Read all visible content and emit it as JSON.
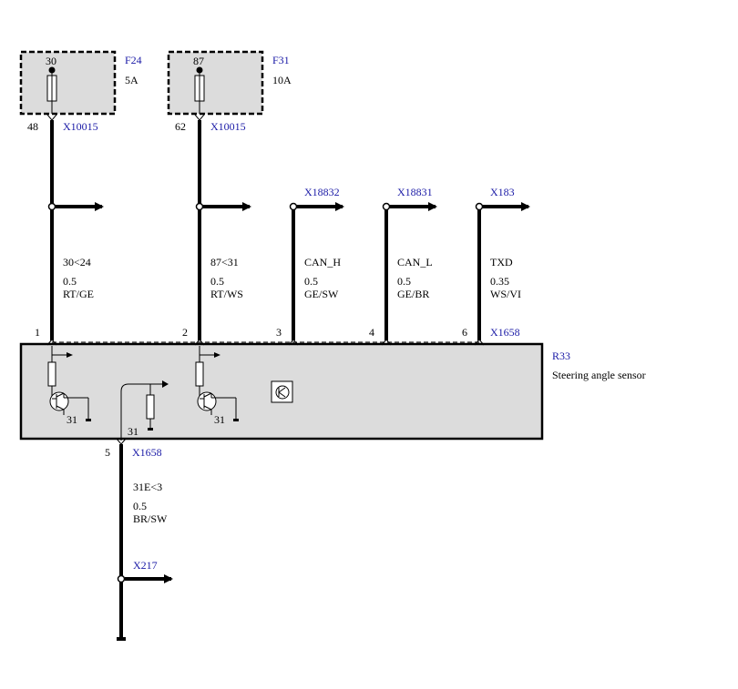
{
  "fuses": [
    {
      "ref": "F24",
      "pin": "30",
      "rating": "5A",
      "out_pin": "48",
      "connector": "X10015"
    },
    {
      "ref": "F31",
      "pin": "87",
      "rating": "10A",
      "out_pin": "62",
      "connector": "X10015"
    }
  ],
  "wires": [
    {
      "circuit": "30<24",
      "gauge": "0.5",
      "color": "RT/GE",
      "module_pin": "1",
      "dest": ""
    },
    {
      "circuit": "87<31",
      "gauge": "0.5",
      "color": "RT/WS",
      "module_pin": "2",
      "dest": ""
    },
    {
      "circuit": "CAN_H",
      "gauge": "0.5",
      "color": "GE/SW",
      "module_pin": "3",
      "dest": "X18832"
    },
    {
      "circuit": "CAN_L",
      "gauge": "0.5",
      "color": "GE/BR",
      "module_pin": "4",
      "dest": "X18831"
    },
    {
      "circuit": "TXD",
      "gauge": "0.35",
      "color": "WS/VI",
      "module_pin": "6",
      "dest": "X183"
    }
  ],
  "module": {
    "ref": "R33",
    "name": "Steering angle sensor",
    "connector": "X1658",
    "ground_labels": [
      "31",
      "31",
      "31"
    ]
  },
  "ground_wire": {
    "module_pin": "5",
    "connector": "X1658",
    "circuit": "31E<3",
    "gauge": "0.5",
    "color": "BR/SW",
    "dest": "X217"
  },
  "colors": {
    "reference_text": "#1a1aa6",
    "module_fill": "#dcdcdc",
    "wire": "#000000"
  }
}
